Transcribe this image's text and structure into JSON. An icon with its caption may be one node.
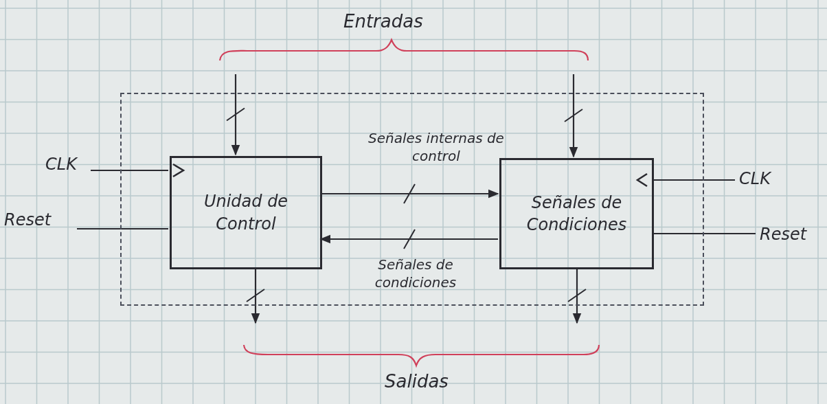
{
  "diagram": {
    "nodes": [
      {
        "text": [],
        "shape": "box"
      },
      {
        "text": [
          "Unidad de Control"
        ],
        "in": 0
      },
      {
        "text": [
          "Señales de Condiciones"
        ],
        "in": 0
      },
      {
        "text": [
          "CLK"
        ]
      },
      {
        "text": [
          "Reset"
        ]
      },
      {
        "text": [
          "CLK"
        ]
      },
      {
        "text": [
          "Reset"
        ]
      }
    ],
    "edges": [
      {
        "from": 3,
        "to": 1,
        "arrow": "none"
      },
      {
        "from": 4,
        "to": 1,
        "arrow": "none"
      },
      {
        "from": 5,
        "to": 2,
        "arrow": "none"
      },
      {
        "from": 6,
        "to": 2,
        "arrow": "none"
      },
      {
        "from": 1,
        "to": 2,
        "arrow": "to",
        "label": "Señales internas de control"
      },
      {
        "from": 2,
        "to": 1,
        "arrow": "to",
        "label": "Señales de condiciones"
      },
      {
        "from": null,
        "to": 1,
        "arrow": "to"
      },
      {
        "from": null,
        "to": 2,
        "arrow": "to"
      },
      {
        "from": 1,
        "to": null,
        "arrow": "to"
      },
      {
        "from": 2,
        "to": null,
        "arrow": "to"
      }
    ],
    "labels": [
      "Entradas",
      "Salidas"
    ]
  }
}
